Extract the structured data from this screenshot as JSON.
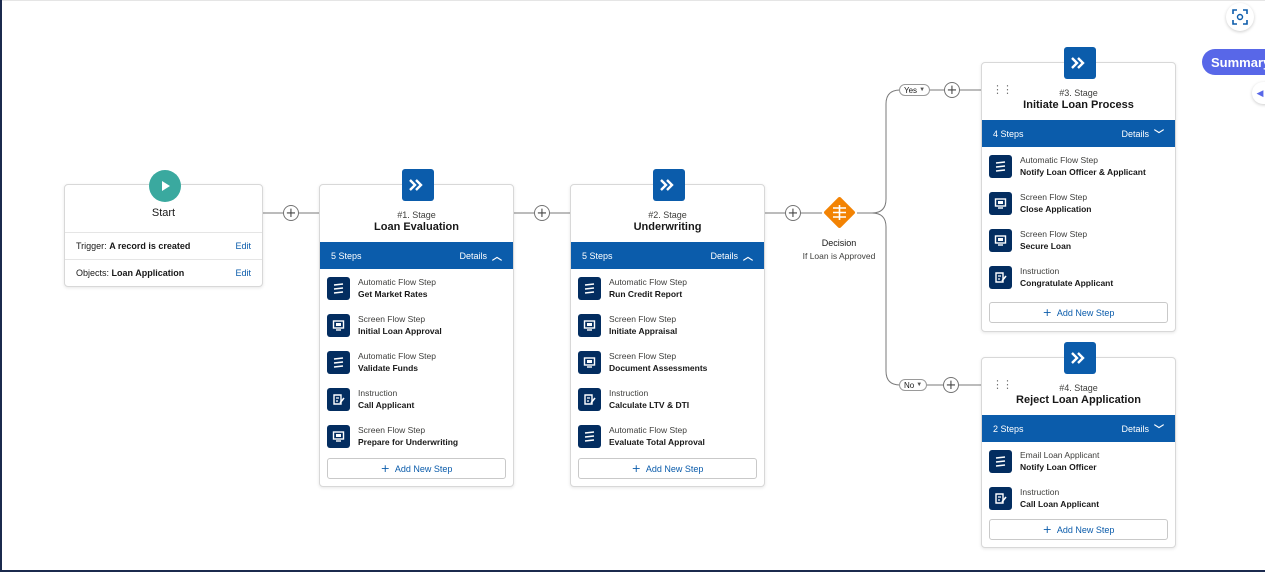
{
  "colors": {
    "brand": "#0b5cab",
    "step_icon": "#032d60",
    "start_icon": "#3aa99f",
    "decision": "#f38303",
    "summary": "#5867e8"
  },
  "start": {
    "title": "Start",
    "icon": "play-icon",
    "trigger_label": "Trigger:",
    "trigger_value": "A record is created",
    "objects_label": "Objects:",
    "objects_value": "Loan Application",
    "edit_label": "Edit"
  },
  "stages": [
    {
      "number": "#1. Stage",
      "title": "Loan Evaluation",
      "steps_count": "5 Steps",
      "details_label": "Details",
      "expanded": true,
      "steps": [
        {
          "type": "Automatic Flow Step",
          "name": "Get Market Rates",
          "icon": "automatic-flow-icon"
        },
        {
          "type": "Screen Flow Step",
          "name": "Initial Loan Approval",
          "icon": "screen-flow-icon"
        },
        {
          "type": "Automatic Flow Step",
          "name": "Validate Funds",
          "icon": "automatic-flow-icon"
        },
        {
          "type": "Instruction",
          "name": "Call Applicant",
          "icon": "instruction-icon"
        },
        {
          "type": "Screen Flow Step",
          "name": "Prepare for Underwriting",
          "icon": "screen-flow-icon"
        }
      ],
      "add_step_label": "Add New Step"
    },
    {
      "number": "#2. Stage",
      "title": "Underwriting",
      "steps_count": "5 Steps",
      "details_label": "Details",
      "expanded": true,
      "steps": [
        {
          "type": "Automatic Flow Step",
          "name": "Run Credit Report",
          "icon": "automatic-flow-icon"
        },
        {
          "type": "Screen Flow Step",
          "name": "Initiate Appraisal",
          "icon": "screen-flow-icon"
        },
        {
          "type": "Screen Flow Step",
          "name": "Document Assessments",
          "icon": "screen-flow-icon"
        },
        {
          "type": "Instruction",
          "name": "Calculate LTV & DTI",
          "icon": "instruction-icon"
        },
        {
          "type": "Automatic Flow Step",
          "name": "Evaluate Total Approval",
          "icon": "automatic-flow-icon"
        }
      ],
      "add_step_label": "Add New Step"
    },
    {
      "number": "#3. Stage",
      "title": "Initiate Loan Process",
      "steps_count": "4 Steps",
      "details_label": "Details",
      "expanded": false,
      "steps": [
        {
          "type": "Automatic Flow Step",
          "name": "Notify Loan Officer & Applicant",
          "icon": "automatic-flow-icon"
        },
        {
          "type": "Screen Flow Step",
          "name": "Close Application",
          "icon": "screen-flow-icon"
        },
        {
          "type": "Screen Flow Step",
          "name": "Secure Loan",
          "icon": "screen-flow-icon"
        },
        {
          "type": "Instruction",
          "name": "Congratulate Applicant",
          "icon": "instruction-icon"
        }
      ],
      "add_step_label": "Add New Step"
    },
    {
      "number": "#4. Stage",
      "title": "Reject Loan Application",
      "steps_count": "2 Steps",
      "details_label": "Details",
      "expanded": false,
      "steps": [
        {
          "type": "Email Loan Applicant",
          "name": "Notify Loan Officer",
          "icon": "automatic-flow-icon"
        },
        {
          "type": "Instruction",
          "name": "Call Loan Applicant",
          "icon": "instruction-icon"
        }
      ],
      "add_step_label": "Add New Step"
    }
  ],
  "decision": {
    "label": "Decision",
    "condition": "If Loan is Approved",
    "icon": "decision-icon",
    "branches": [
      {
        "label": "Yes"
      },
      {
        "label": "No"
      }
    ]
  },
  "toolbar": {
    "summary_label": "Summary",
    "focus_icon": "focus-frame-icon",
    "panel_icon": "panel-toggle-icon"
  }
}
